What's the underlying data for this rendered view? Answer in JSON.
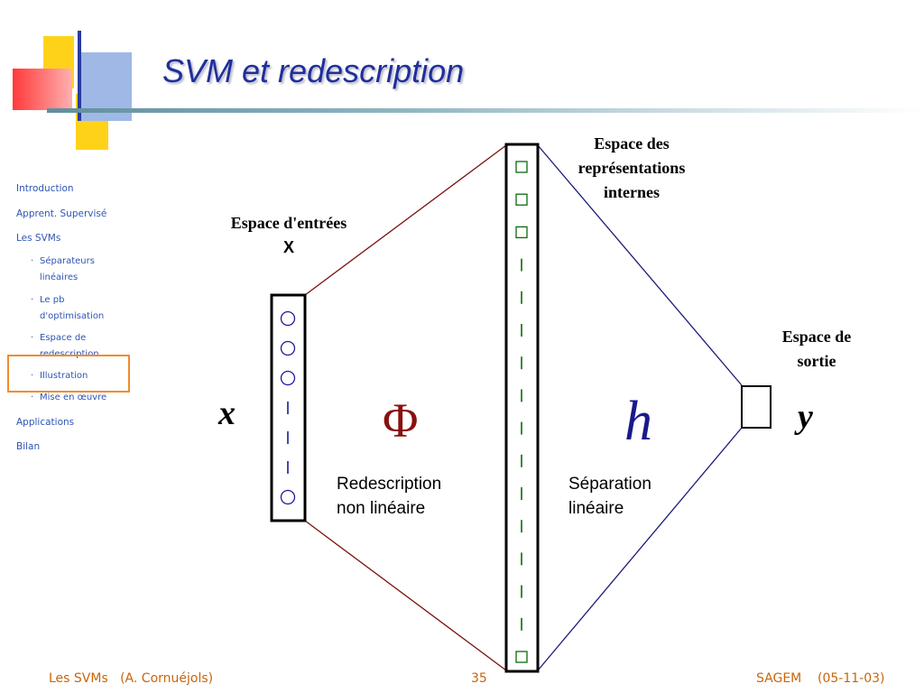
{
  "slide": {
    "title": "SVM et redescription"
  },
  "sidebar": {
    "items": [
      {
        "label": "Introduction",
        "level": 1
      },
      {
        "label": "Apprent. Supervisé",
        "level": 1
      },
      {
        "label": "Les SVMs",
        "level": 1
      },
      {
        "label": "Séparateurs linéaires",
        "level": 2
      },
      {
        "label": "Le pb d'optimisation",
        "level": 2
      },
      {
        "label": "Espace de redescription",
        "level": 2
      },
      {
        "label": "Illustration",
        "level": 2,
        "highlighted": true
      },
      {
        "label": "Mise en œuvre",
        "level": 2
      },
      {
        "label": "Applications",
        "level": 1
      },
      {
        "label": "Bilan",
        "level": 1
      }
    ],
    "bullet": "·",
    "highlight_color": "#f08c2c"
  },
  "diagram": {
    "input_space_label": "Espace d'entrées",
    "input_space_symbol": "X",
    "internal_space_label": "Espace des représentations internes",
    "output_space_label": "Espace de sortie",
    "input_var": "x",
    "output_var": "y",
    "phi_symbol": "Φ",
    "h_symbol": "h",
    "redescription_caption_line1": "Redescription",
    "redescription_caption_line2": "non linéaire",
    "separation_caption_line1": "Séparation",
    "separation_caption_line2": "linéaire",
    "input_units": [
      "circle",
      "circle",
      "circle",
      "bar",
      "bar",
      "bar",
      "circle"
    ],
    "internal_units": [
      "square",
      "square",
      "square",
      "bar",
      "bar",
      "bar",
      "bar",
      "bar",
      "bar",
      "bar",
      "bar",
      "bar",
      "bar",
      "bar",
      "bar",
      "square"
    ],
    "colors": {
      "phi_lines": "#7a1010",
      "h_lines": "#1a1a7a",
      "units": "#1a1a9a",
      "internal_units": "#0a6a0a",
      "phi_symbol": "#8a1010",
      "h_symbol": "#1a1a8a"
    }
  },
  "footer": {
    "left": "Les SVMs   (A. Cornuéjols)",
    "page_number": "35",
    "right": "SAGEM    (05-11-03)",
    "color": "#c8650a"
  },
  "title_color": "#1f2f9a"
}
